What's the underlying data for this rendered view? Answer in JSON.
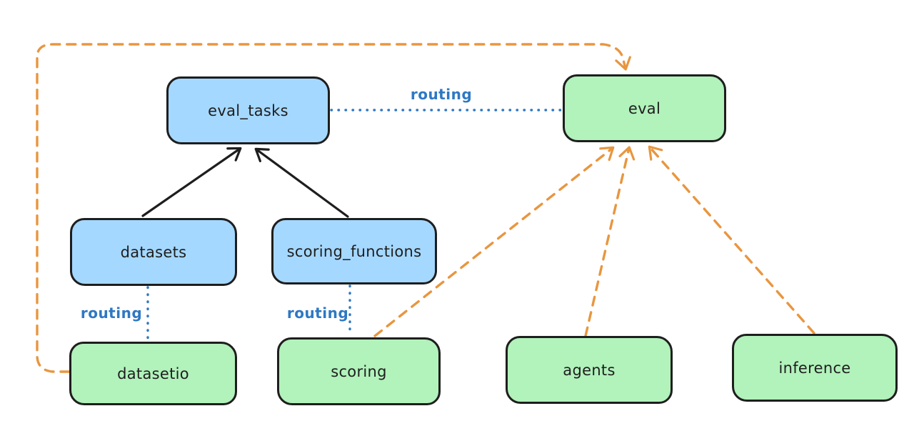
{
  "colors": {
    "background": "#ffffff",
    "node_stroke": "#1e1e1e",
    "blue_node_fill": "#a5d8ff",
    "green_node_fill": "#b2f2bb",
    "routing_blue": "#2e78c3",
    "arrow_black": "#1e1e1e",
    "arrow_orange": "#e8963f"
  },
  "nodes": {
    "eval_tasks": {
      "label": "eval_tasks",
      "color": "blue"
    },
    "eval": {
      "label": "eval",
      "color": "green"
    },
    "datasets": {
      "label": "datasets",
      "color": "blue"
    },
    "scoring_functions": {
      "label": "scoring_functions",
      "color": "blue"
    },
    "datasetio": {
      "label": "datasetio",
      "color": "green"
    },
    "scoring": {
      "label": "scoring",
      "color": "green"
    },
    "agents": {
      "label": "agents",
      "color": "green"
    },
    "inference": {
      "label": "inference",
      "color": "green"
    }
  },
  "edge_labels": {
    "routing_eval_tasks_to_eval": "routing",
    "routing_datasets_to_datasetio": "routing",
    "routing_scoring_functions_to_scoring": "routing"
  },
  "edges": [
    {
      "from": "datasets",
      "to": "eval_tasks",
      "style": "solid-arrow",
      "color": "black"
    },
    {
      "from": "scoring_functions",
      "to": "eval_tasks",
      "style": "solid-arrow",
      "color": "black"
    },
    {
      "from": "eval_tasks",
      "to": "eval",
      "style": "dotted",
      "color": "blue",
      "label": "routing"
    },
    {
      "from": "datasets",
      "to": "datasetio",
      "style": "dotted",
      "color": "blue",
      "label": "routing"
    },
    {
      "from": "scoring_functions",
      "to": "scoring",
      "style": "dotted",
      "color": "blue",
      "label": "routing"
    },
    {
      "from": "datasetio",
      "to": "eval",
      "style": "dashed-arrow",
      "color": "orange"
    },
    {
      "from": "scoring",
      "to": "eval",
      "style": "dashed-arrow",
      "color": "orange"
    },
    {
      "from": "agents",
      "to": "eval",
      "style": "dashed-arrow",
      "color": "orange"
    },
    {
      "from": "inference",
      "to": "eval",
      "style": "dashed-arrow",
      "color": "orange"
    }
  ]
}
